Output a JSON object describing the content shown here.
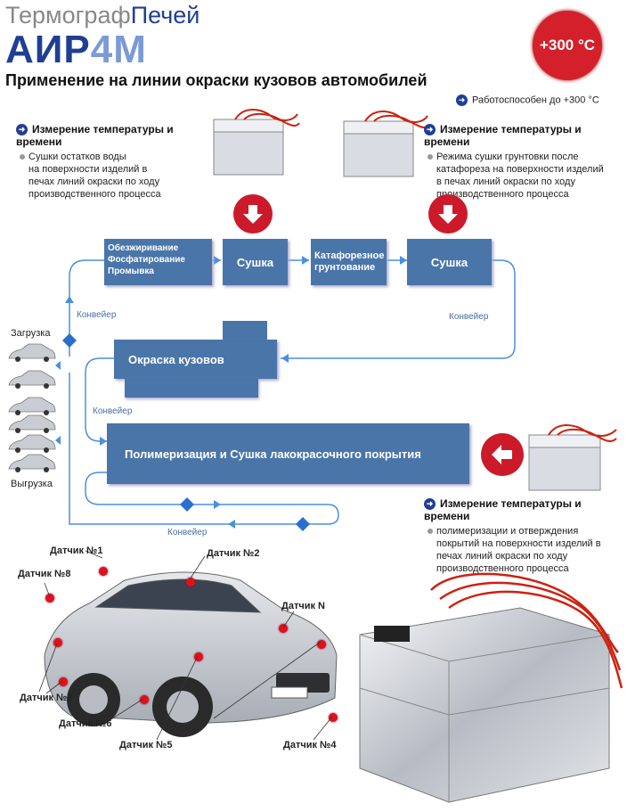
{
  "brand": {
    "word1": "Термограф",
    "word2": "Печей",
    "model_a": "АИР",
    "model_b": "4М"
  },
  "subtitle": "Применение на линии окраски кузовов автомобилей",
  "temp_badge": "+300 °С",
  "capability": "Работоспособен до +300 °С",
  "notes": {
    "left": {
      "heading": "Измерение температуры и времени",
      "lines": [
        "Сушки остатков воды",
        "на поверхности изделий в",
        "печах линий окраски по ходу",
        "производственного процесса"
      ]
    },
    "right": {
      "heading": "Измерение температуры и времени",
      "lines": [
        "Режима сушки грунтовки после",
        "катафореза на поверхности изделий",
        "в  печах линий окраски по ходу",
        "производственного процесса"
      ]
    },
    "bottom": {
      "heading": "Измерение температуры и времени",
      "lines": [
        "полимеризации и отверждения",
        "покрытий на поверхности изделий в",
        "печах линий окраски по ходу",
        "производственного процесса"
      ]
    }
  },
  "process": {
    "degrease_lines": [
      "Обезжиривание",
      "Фосфатирование",
      "Промывка"
    ],
    "dry1": "Сушка",
    "cataphoresis_lines": [
      "Катафорезное",
      "грунтование"
    ],
    "dry2": "Сушка",
    "painting": "Окраска кузовов",
    "polymerization": "Полимеризация и Сушка лакокрасочного покрытия"
  },
  "conveyor_labels": [
    "Конвейер",
    "Конвейер",
    "Конвейер",
    "Конвейер"
  ],
  "loading": "Загрузка",
  "unloading": "Выгрузка",
  "sensors": [
    "Датчик №1",
    "Датчик №2",
    "Датчик №8",
    "Датчик N",
    "Датчик №7",
    "Датчик №6",
    "Датчик №5",
    "Датчик №4"
  ],
  "colors": {
    "accent": "#1f3f93",
    "box": "#4a75a9",
    "red": "#cc1a2b",
    "line": "#4a8fe0"
  }
}
